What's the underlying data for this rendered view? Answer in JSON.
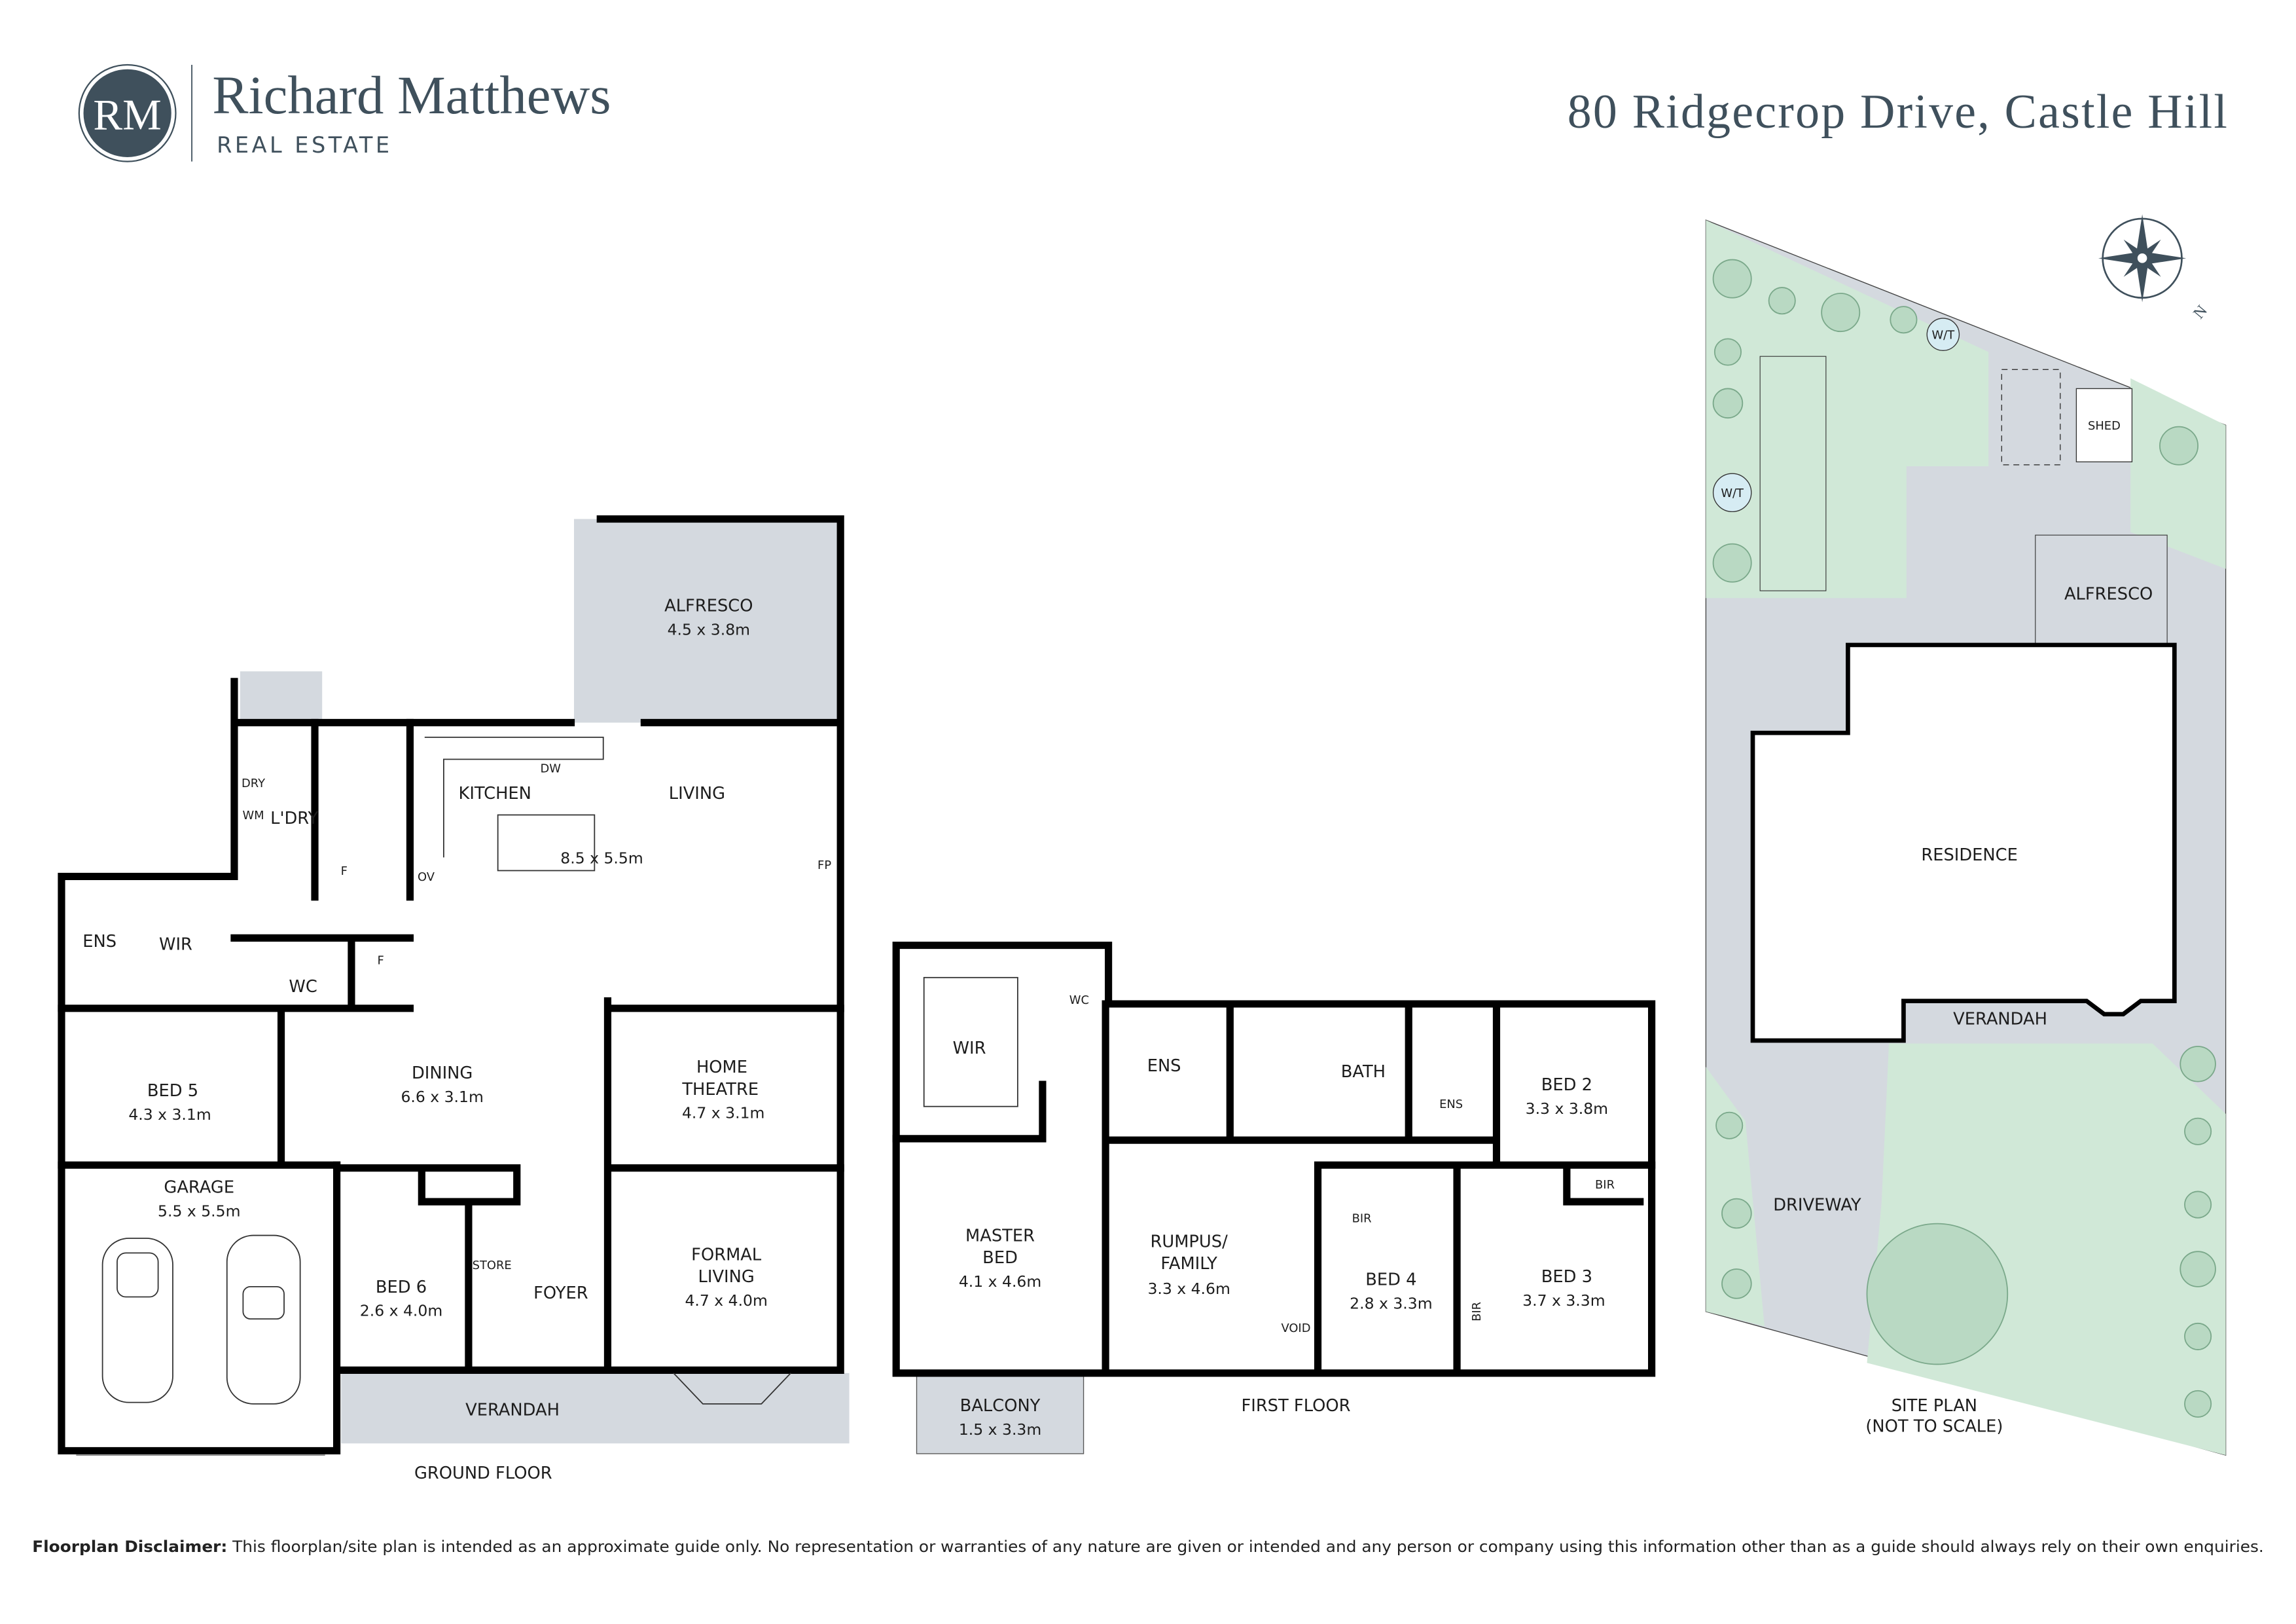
{
  "colors": {
    "brand": "#3f505c",
    "paving": "#d4d9df",
    "lawn": "#d0e8d7",
    "tank": "#d6ecf3",
    "walls": "#000000"
  },
  "header": {
    "logo_monogram": "RM",
    "brand_name": "Richard Matthews",
    "brand_sub": "REAL ESTATE",
    "address": "80 Ridgecrop Drive, Castle Hill"
  },
  "ground_floor": {
    "title": "GROUND FLOOR",
    "rooms": {
      "alfresco": {
        "name": "ALFRESCO",
        "size": "4.5 x 3.8m"
      },
      "kitchen": {
        "name": "KITCHEN"
      },
      "living": {
        "name": "LIVING",
        "size": "8.5 x 5.5m"
      },
      "laundry": {
        "name": "L'DRY"
      },
      "dryer": "DRY",
      "washer": "WM",
      "fridge": "F",
      "oven": "OV",
      "fireplace": "FP",
      "dishwasher": "DW",
      "fridge2": "F",
      "ens": {
        "name": "ENS"
      },
      "wir": {
        "name": "WIR"
      },
      "wc": {
        "name": "WC"
      },
      "dining": {
        "name": "DINING",
        "size": "6.6 x 3.1m"
      },
      "bed5": {
        "name": "BED 5",
        "size": "4.3 x 3.1m"
      },
      "home_theatre": {
        "name_1": "HOME",
        "name_2": "THEATRE",
        "size": "4.7 x 3.1m"
      },
      "garage": {
        "name": "GARAGE",
        "size": "5.5 x 5.5m"
      },
      "bed6": {
        "name": "BED 6",
        "size": "2.6 x 4.0m"
      },
      "store": {
        "name": "STORE"
      },
      "foyer": {
        "name": "FOYER"
      },
      "formal_living": {
        "name_1": "FORMAL",
        "name_2": "LIVING",
        "size": "4.7 x 4.0m"
      },
      "verandah": {
        "name": "VERANDAH"
      }
    }
  },
  "first_floor": {
    "title": "FIRST FLOOR",
    "rooms": {
      "wir": {
        "name": "WIR"
      },
      "wc": {
        "name": "WC"
      },
      "ens": {
        "name": "ENS"
      },
      "bath": {
        "name": "BATH"
      },
      "ens2": {
        "name": "ENS"
      },
      "bed2": {
        "name": "BED 2",
        "size": "3.3 x 3.8m"
      },
      "bir_bed2": "BIR",
      "master": {
        "name_1": "MASTER",
        "name_2": "BED",
        "size": "4.1 x 4.6m"
      },
      "rumpus": {
        "name_1": "RUMPUS/",
        "name_2": "FAMILY",
        "size": "3.3 x 4.6m"
      },
      "bed4": {
        "name": "BED 4",
        "size": "2.8 x 3.3m"
      },
      "bir_bed4": "BIR",
      "bed3": {
        "name": "BED 3",
        "size": "3.7 x 3.3m"
      },
      "bir_bed3": "BIR",
      "void": "VOID",
      "balcony": {
        "name": "BALCONY",
        "size": "1.5 x 3.3m"
      }
    }
  },
  "site_plan": {
    "title_1": "SITE PLAN",
    "title_2": "(NOT TO SCALE)",
    "residence": "RESIDENCE",
    "alfresco": "ALFRESCO",
    "shed": "SHED",
    "verandah": "VERANDAH",
    "driveway": "DRIVEWAY",
    "water_tank_1": "W/T",
    "water_tank_2": "W/T",
    "north": "N",
    "compass_icon": "compass-rose-icon"
  },
  "disclaimer": {
    "label": "Floorplan Disclaimer:",
    "text": " This floorplan/site plan is intended as an approximate guide only. No representation or warranties of any nature are given or intended and any person or company using this information other than as a guide should always rely on their own enquiries."
  }
}
